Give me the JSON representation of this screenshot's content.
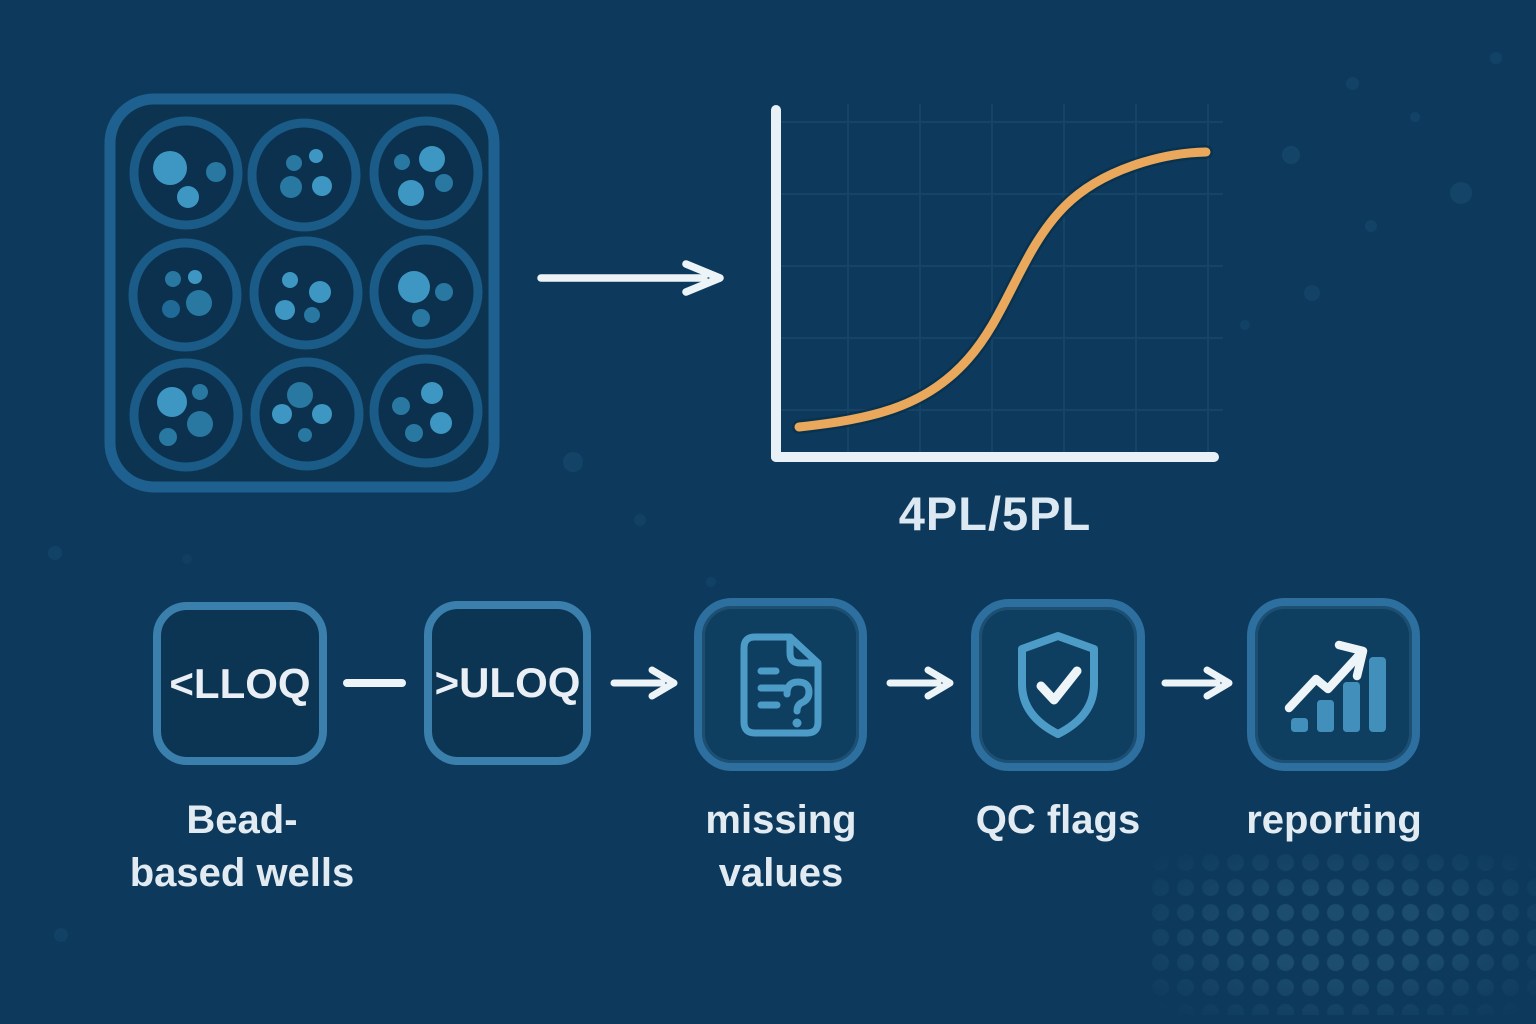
{
  "colors": {
    "background": "#0d3a5c",
    "plate_stroke": "#1e6090",
    "well_stroke": "#1a5b87",
    "bead_light": "#3e97c3",
    "bead_mid": "#2878a2",
    "bead_dark": "#1f6a96",
    "axis": "#e7f1f7",
    "gridline": "#1d4f73",
    "curve_orange": "#e9a85b",
    "text_box_border": "#3b7fad",
    "icon_box_border": "#2d6f9e",
    "icon_stroke": "#4d9cc8",
    "arrow": "#edf4f8",
    "label_text": "#e2ebf2"
  },
  "top_section": {
    "plate_icon": "bead-based-microplate-icon",
    "plate_wells": 9,
    "arrow_icon": "right-arrow-icon",
    "curve_caption": "4PL/5PL"
  },
  "chart_data": {
    "type": "line",
    "title": "4PL/5PL",
    "xlabel": "",
    "ylabel": "",
    "grid": true,
    "legend_position": "none",
    "tick_labels": "none",
    "series": [
      {
        "name": "4PL/5PL standard curve",
        "shape": "sigmoid",
        "color": "#e9a85b",
        "x_normalized": [
          0,
          0.1,
          0.2,
          0.3,
          0.4,
          0.5,
          0.6,
          0.7,
          0.8,
          0.9,
          1.0
        ],
        "y_normalized": [
          0.02,
          0.03,
          0.06,
          0.12,
          0.25,
          0.45,
          0.65,
          0.8,
          0.9,
          0.96,
          0.99
        ]
      }
    ]
  },
  "flow": {
    "nodes": [
      {
        "id": "lloq",
        "type": "text",
        "label": "<LLOQ"
      },
      {
        "id": "uloq",
        "type": "text",
        "label": ">ULOQ"
      },
      {
        "id": "missing-values",
        "type": "icon",
        "icon": "document-question-icon"
      },
      {
        "id": "qc-flags",
        "type": "icon",
        "icon": "shield-check-icon"
      },
      {
        "id": "reporting",
        "type": "icon",
        "icon": "trend-bar-chart-icon"
      }
    ],
    "connectors": [
      "dash",
      "arrow",
      "arrow",
      "arrow"
    ],
    "captions": {
      "bead_wells": [
        "Bead-",
        "based wells"
      ],
      "missing_values": [
        "missing",
        "values"
      ],
      "qc_flags": [
        "QC flags"
      ],
      "reporting": [
        "reporting"
      ]
    }
  }
}
